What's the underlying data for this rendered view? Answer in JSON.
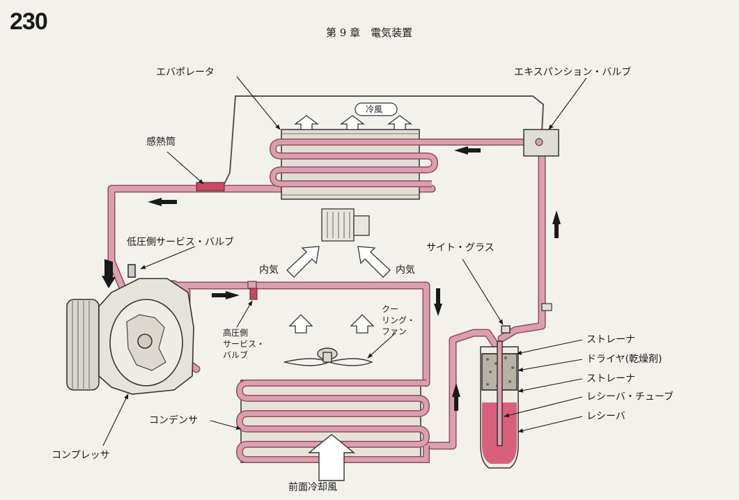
{
  "page": {
    "number": "230",
    "chapter": "第 9 章　電気装置"
  },
  "labels": {
    "evaporator": "エバポレータ",
    "expansion_valve": "エキスパンション・バルブ",
    "cold_air": "冷風",
    "sensing_bulb": "感熱筒",
    "low_pressure_valve": "低圧側サービス・バルブ",
    "inside_air_left": "内気",
    "inside_air_right": "内気",
    "sight_glass": "サイト・グラス",
    "high_pressure_valve": [
      "高圧側",
      "サービス・",
      "バルブ"
    ],
    "cooling_fan": [
      "クー",
      "リング・",
      "ファン"
    ],
    "strainer_top": "ストレーナ",
    "dryer": "ドライヤ(乾燥剤)",
    "strainer_bottom": "ストレーナ",
    "receiver_tube": "レシーバ・チューブ",
    "receiver": "レシーバ",
    "condenser": "コンデンサ",
    "compressor": "コンプレッサ",
    "front_cooling_air": "前面冷却風"
  },
  "colors": {
    "pipe": "#dc9fb0",
    "pipe_edge": "#8a4f60",
    "refrigerant": "#d8607c",
    "ink": "#1a1a1a"
  }
}
